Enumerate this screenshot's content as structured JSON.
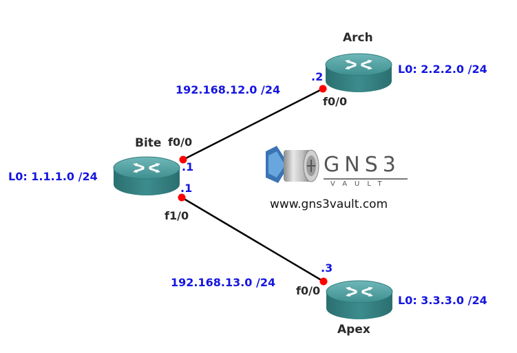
{
  "routers": {
    "bite": {
      "name": "Bite",
      "loopback": "L0: 1.1.1.0 /24"
    },
    "arch": {
      "name": "Arch",
      "loopback": "L0: 2.2.2.0 /24"
    },
    "apex": {
      "name": "Apex",
      "loopback": "L0: 3.3.3.0 /24"
    }
  },
  "links": {
    "bite_arch": {
      "subnet": "192.168.12.0 /24",
      "bite_if": "f0/0",
      "bite_host": ".1",
      "arch_if": "f0/0",
      "arch_host": ".2"
    },
    "bite_apex": {
      "subnet": "192.168.13.0 /24",
      "bite_if": "f1/0",
      "bite_host": ".1",
      "apex_if": "f0/0",
      "apex_host": ".3"
    }
  },
  "logo": {
    "brand": "GNS3",
    "sub": "VAULT",
    "url": "www.gns3vault.com"
  },
  "colors": {
    "router_top": "#4f9fa0",
    "router_side": "#2f7a7b",
    "endpoint": "#ff0000",
    "address_text": "#1515e0",
    "link": "#000000"
  }
}
